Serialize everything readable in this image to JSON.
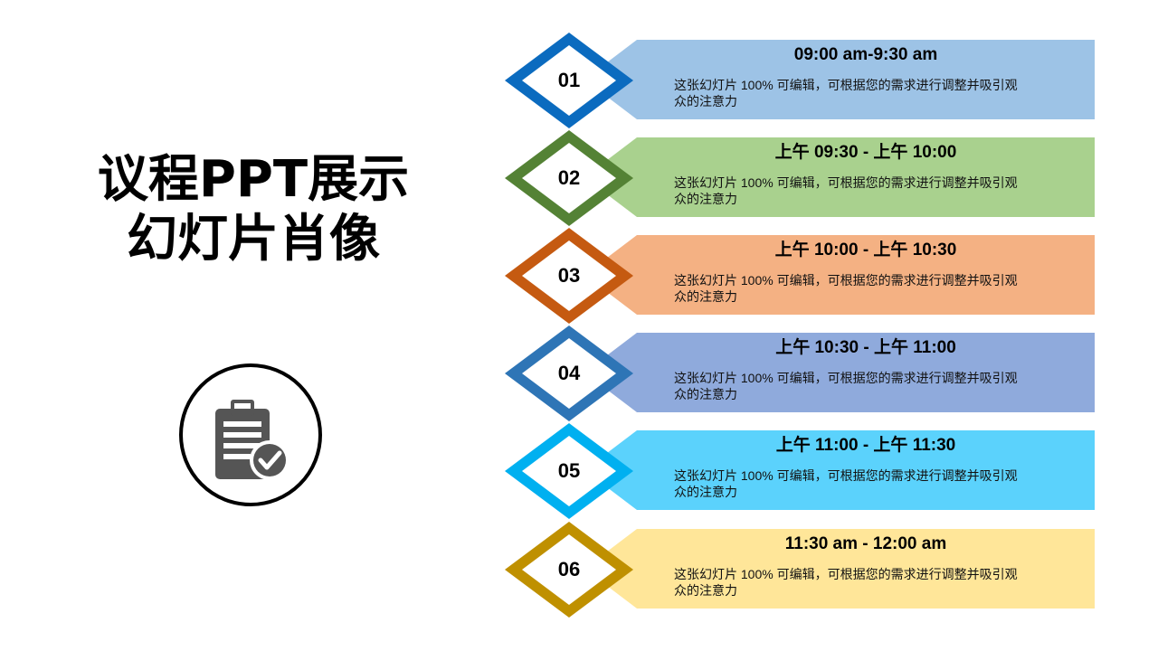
{
  "title": {
    "line1": "议程PPT展示",
    "line2": "幻灯片肖像"
  },
  "icon": "clipboard-check-icon",
  "items": [
    {
      "num": "01",
      "time": "09:00 am-9:30 am",
      "desc": "这张幻灯片 100% 可编辑，可根据您的需求进行调整并吸引观众的注意力",
      "border": "#0b6bbf",
      "fill": "#9dc3e6"
    },
    {
      "num": "02",
      "time": "上午 09:30 - 上午 10:00",
      "desc": "这张幻灯片 100% 可编辑，可根据您的需求进行调整并吸引观众的注意力",
      "border": "#548235",
      "fill": "#a9d18e"
    },
    {
      "num": "03",
      "time": "上午 10:00 - 上午 10:30",
      "desc": "这张幻灯片 100% 可编辑，可根据您的需求进行调整并吸引观众的注意力",
      "border": "#c55a11",
      "fill": "#f4b183"
    },
    {
      "num": "04",
      "time": "上午 10:30 - 上午 11:00",
      "desc": "这张幻灯片 100% 可编辑，可根据您的需求进行调整并吸引观众的注意力",
      "border": "#2e75b6",
      "fill": "#8faadc"
    },
    {
      "num": "05",
      "time": "上午 11:00 - 上午 11:30",
      "desc": "这张幻灯片 100% 可编辑，可根据您的需求进行调整并吸引观众的注意力",
      "border": "#00b0f0",
      "fill": "#5bd2fc"
    },
    {
      "num": "06",
      "time": "11:30 am - 12:00 am",
      "desc": "这张幻灯片 100% 可编辑，可根据您的需求进行调整并吸引观众的注意力",
      "border": "#bf9000",
      "fill": "#ffe699"
    }
  ]
}
